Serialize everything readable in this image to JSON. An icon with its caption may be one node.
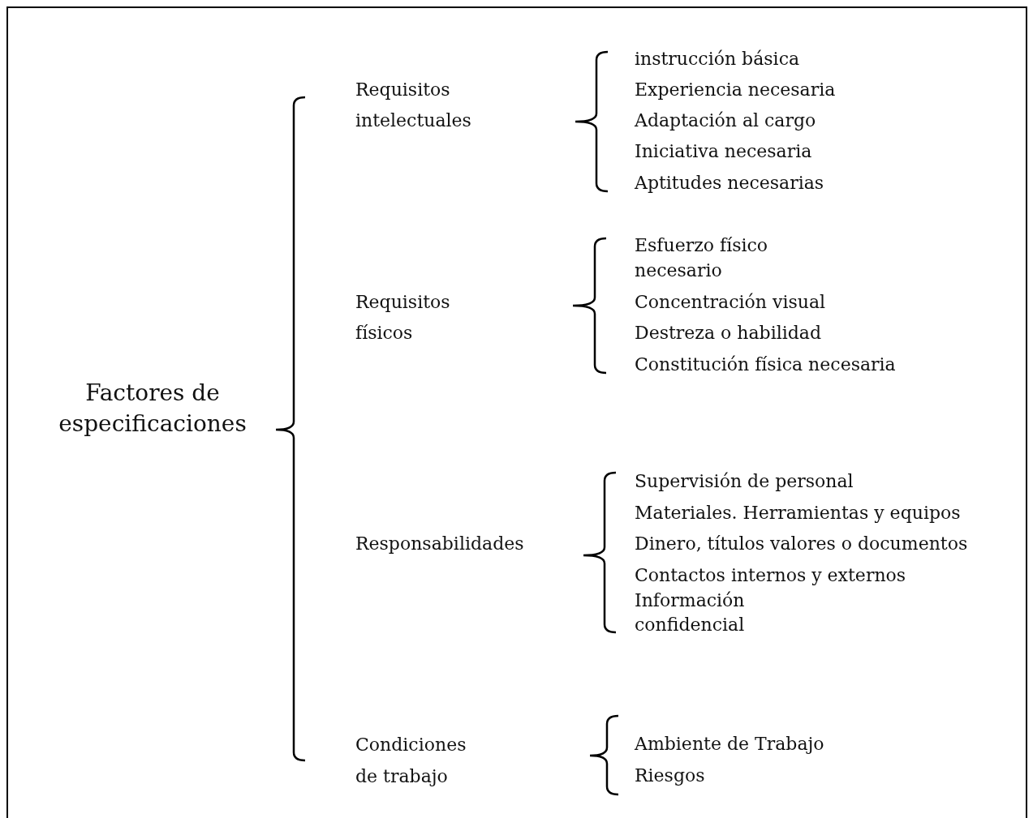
{
  "diagram": {
    "labels": [
      "Factores de especificaciones",
      "Requisitos intelectuales",
      "instrucción básica",
      "Experiencia necesaria",
      "Adaptación al cargo",
      "Iniciativa necesaria",
      "Aptitudes necesarias",
      "Requisitos físicos",
      "Esfuerzo físico necesario",
      "Concentración visual",
      "Destreza o habilidad",
      "Constitución física necesaria",
      "Responsabilidades",
      "Supervisión de personal",
      "Materiales. Herramientas y equipos",
      "Dinero, títulos valores o documentos",
      "Contactos internos y externos",
      "Información confidencial",
      "Condiciones de trabajo",
      "Ambiente de Trabajo",
      "Riesgos"
    ]
  }
}
